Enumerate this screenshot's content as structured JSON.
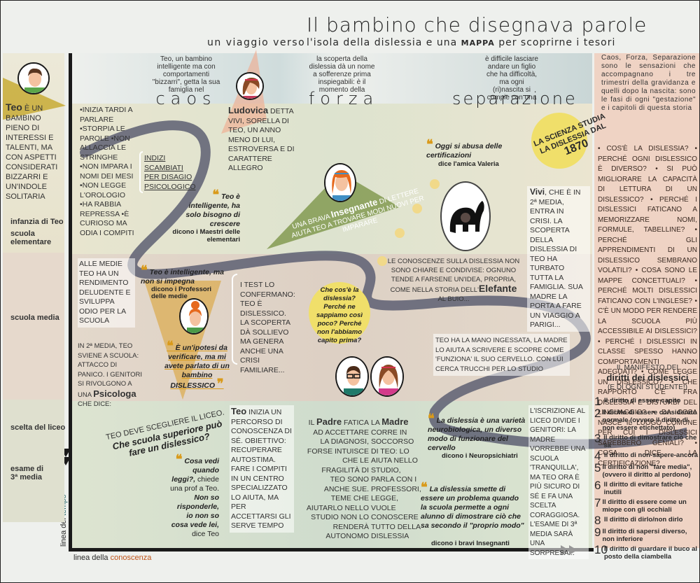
{
  "header": {
    "title": "Il bambino che disegnava parole",
    "subtitle_left": "un viaggio verso",
    "subtitle_right_pre": "l'isola della dislessia e una",
    "subtitle_right_bold": "MAPPA",
    "subtitle_right_post": "per scoprirne i tesori"
  },
  "phases": [
    {
      "intro": "Teo, un bambino intelligente ma con comportamenti \"bizzarri\", getta la sua famiglia nel",
      "word": "caos"
    },
    {
      "intro": "la scoperta della dislessia dà un nome a sofferenze prima inspiegabili: è il momento della",
      "word": "forza"
    },
    {
      "intro": "è difficile lasciare andare un figlio che ha difficoltà, ma ogni (ri)nascita si compie con una",
      "word": "separazione"
    }
  ],
  "phases_note": "Caos, Forza, Separazione sono le sensazioni che accompagnano i tre trimestri della gravidanza e quelli dopo la nascita: sono le fasi di ogni \"gestazione\" e i capitoli di questa storia",
  "left_column": {
    "teo_name": "Teo",
    "teo_desc": "è un bambino pieno di interessi e talenti, ma con aspetti considerati bizzarri e un'indole solitaria",
    "stages": [
      "infanzia di Teo",
      "scuola elementare",
      "scuola media",
      "scelta del liceo",
      "esame di 3ª media"
    ]
  },
  "axes": {
    "time_pre": "linea del",
    "time_accent": "tempo",
    "knowledge_pre": "linea della",
    "knowledge_accent": "conoscenza"
  },
  "row1": {
    "symptoms": "•Inizia tardi a parlare •Storpia le parole •Non allaccia le stringhe •Non impara i nomi dei mesi •Non legge l'orologio •Ha rabbia repressa •È curioso ma odia i compiti",
    "clues": "Indizi scambiati per disagio psicologico",
    "sister_name": "Ludovica",
    "sister_desc": "detta Vivi, sorella di Teo, un anno meno di lui, estroversa e di carattere allegro",
    "quote_maestri": "Teo è intelligente, ha solo bisogno di crescere",
    "quote_maestri_attr": "dicono i Maestri delle elementari",
    "teacher_pre": "Una brava",
    "teacher_bold": "Insegnante",
    "teacher_post": "di lettere aiuta Teo a trovare modi nuovi per imparare",
    "quote_valeria": "Oggi si abusa delle certificazioni",
    "quote_valeria_attr": "dice l'amica Valeria",
    "science_line1": "La scienza studia",
    "science_line2": "la dislessia dal",
    "science_year": "1870",
    "vivi_name": "Vivi",
    "vivi_desc": "che è in 2ª media, entra in crisi. La scoperta della dislessia di Teo ha turbato tutta la famiglia. Sua madre la porta a fare un viaggio a Parigi..."
  },
  "row2": {
    "medie": "Alle medie Teo ha un rendimento deludente e sviluppa odio per la scuola",
    "quote_prof": "Teo è intelligente, ma non si impegna",
    "quote_prof_attr": "dicono i Professori delle medie",
    "panic": "In 2ª media, Teo sviene a scuola: attacco di panico. I genitori si rivolgono a una",
    "panic_bold": "Psicologa",
    "panic_post": "che dice:",
    "quote_psico": "È un'ipotesi da verificare, ma mi avete parlato di un bambino DISLESSICO",
    "test": "I test lo confermano: Teo è dislessico. La scoperta dà sollievo ma genera anche una crisi familiare...",
    "bubble": "Che cos'è la dislessia? Perché ne sappiamo così poco? Perché non l'abbiamo capito prima?",
    "elephant_pre": "Le conoscenze sulla dislessia non sono chiare e condivise: ognuno tende a farsene un'idea, propria, come nella storia dell'",
    "elephant_bold": "Elefante",
    "elephant_post": "al buio...",
    "hand": "Teo ha la mano ingessata, la madre lo aiuta a scrivere e scopre come 'funziona' il suo cervello. Con lui cerca trucchi per lo studio"
  },
  "row3": {
    "liceo_line1": "Teo deve scegliere il liceo.",
    "liceo_line2": "Che scuola superiore può fare un dislessico?",
    "quote_cosa": "Cosa vedi quando leggi?,",
    "quote_cosa_mid": "chiede una prof a Teo.",
    "quote_cosa_ans": "Non so risponderle, io non so cosa vede lei,",
    "quote_cosa_attr": "dice Teo",
    "percorso_bold": "Teo",
    "percorso": "inizia un percorso di conoscenza di sé. Obiettivo: recuperare autostima. Fare i compiti in un centro specializzato lo aiuta, ma per accettarsi gli serve tempo",
    "padre_pre": "Il",
    "padre_bold": "Padre",
    "padre": "fatica ad accettare la diagnosi, forse intuisce che le fragilità di Teo sono anche sue. Teme che aiutarlo nello studio non lo renderà autonomo",
    "madre_pre": "La",
    "madre_bold": "Madre",
    "madre": "corre in soccorso di Teo: lo aiuta nello studio, parla con i professori, legge, vuole conoscere tutto della dislessia",
    "quote_neuro": "La dislessia è una varietà neurobiologica, un diverso modo di funzionare del cervello",
    "quote_neuro_attr": "dicono i Neuropsichiatri",
    "quote_ins": "La dislessia smette di essere un problema quando la scuola permette a ogni alunno di dimostrare ciò che sa secondo il \"proprio modo\"",
    "quote_ins_attr": "dicono i bravi Insegnanti",
    "iscrizione": "L'iscrizione al liceo divide i genitori: la madre vorrebbe una scuola 'tranquilla', ma Teo ora è più sicuro di sé e fa una scelta coraggiosa. L'esame di 3ª media sarà una sorpresa..."
  },
  "faq": "• Cos'è la dislessia? • Perché ogni dislessico è diverso? • Si può migliorare la capacità di lettura di un dislessico? • Perché i dislessici faticano a memorizzare nomi, formule, tabelline? • Perché gli apprendimenti di un dislessico sembrano volatili? • Cosa sono le mappe concettuali? • Perché molti dislessici faticano con l'inglese? • C'è un modo per rendere la scuola più accessibile ai dislessici? • Perché i dislessici in classe spesso hanno comportamenti non adeguati? • Come legge un dislessico? • Che rapporto c'è fra dislessia e disturbi del linguaggio? • Da cosa nasce il luogo comune per cui i dislessici sarebbero geniali? • Cosa dice la certificazione?",
  "manifesto": {
    "line1": "Il manifesto dei",
    "line2": "diritti dei dislessici",
    "line3": "(e di ogni studente!)",
    "rights": [
      {
        "n": "1",
        "t": "Il diritto di essere capito"
      },
      {
        "n": "2",
        "t": "Il diritto di essere considerato normale (ovvero il diritto di non essere etichettato)"
      },
      {
        "n": "3",
        "t": "Il diritto di dimostrare ciò che sa"
      },
      {
        "n": "4",
        "t": "Il diritto di non-sapere-ancora"
      },
      {
        "n": "5",
        "t": "Il diritto di non \"fare media\", (ovvero il diritto al perdono)"
      },
      {
        "n": "6",
        "t": "Il diritto di evitare fatiche inutili"
      },
      {
        "n": "7",
        "t": "Il diritto di essere come un miope con gli occhiali"
      },
      {
        "n": "8",
        "t": "Il diritto di dirlo/non dirlo"
      },
      {
        "n": "9",
        "t": "Il diritto di sapersi diverso, non inferiore"
      },
      {
        "n": "10",
        "t": "Il diritto di guardare il buco al posto della ciambella"
      }
    ]
  },
  "colors": {
    "accent_quote": "#d99a1a",
    "road": "#5d5f72",
    "time_accent": "#2c6b6b",
    "knowledge_accent": "#c0551a",
    "sun": "#f0df6a"
  }
}
